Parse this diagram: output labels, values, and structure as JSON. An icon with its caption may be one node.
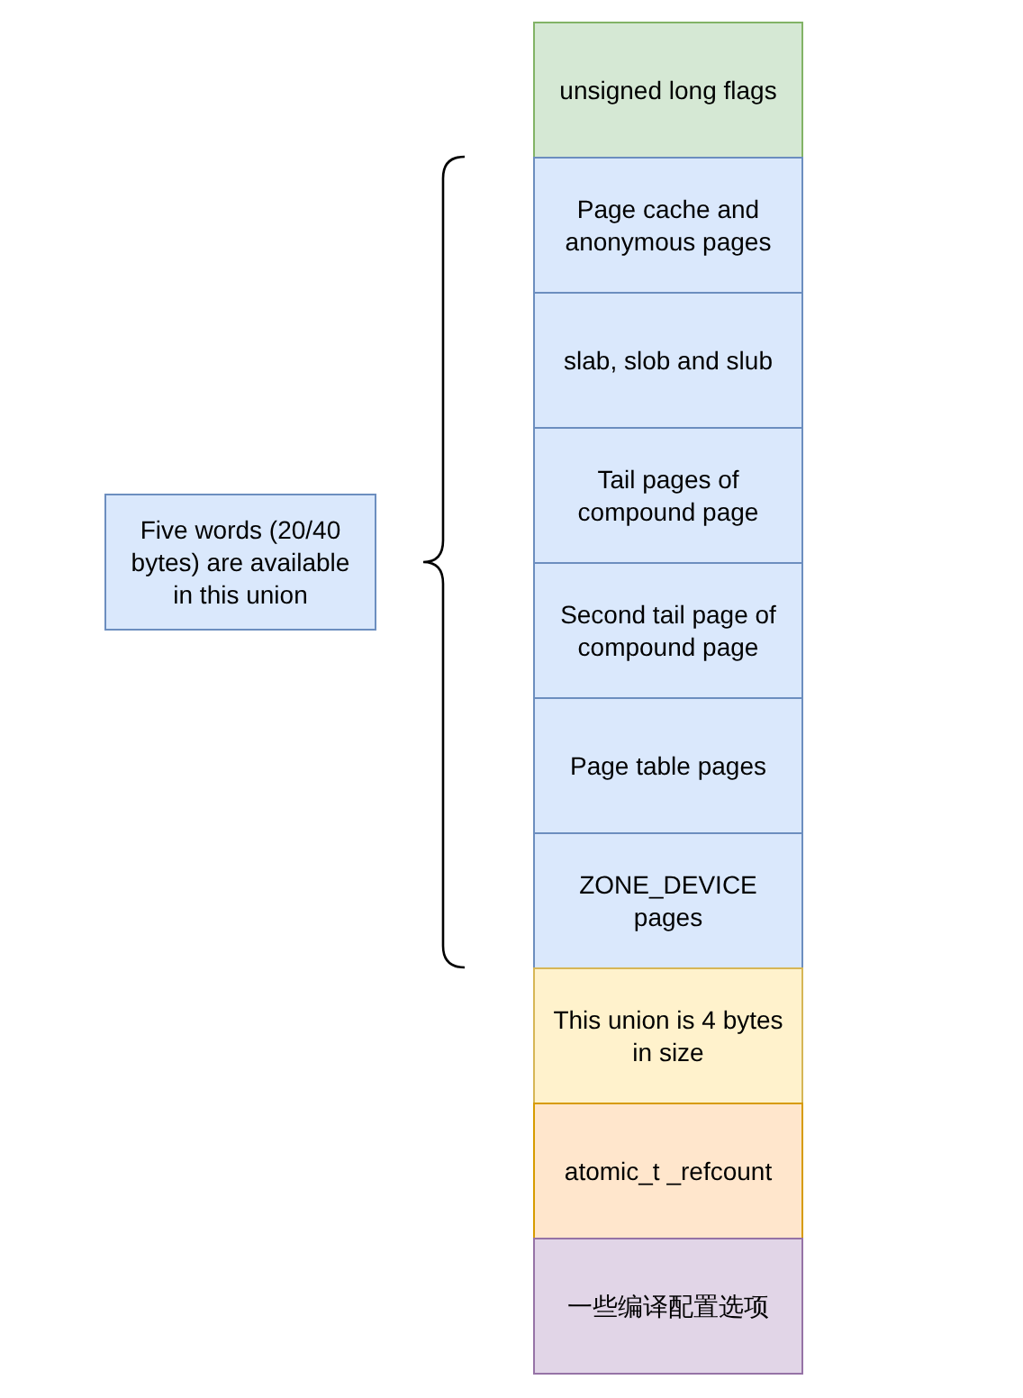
{
  "diagram": {
    "nodes": [
      {
        "text": [
          "unsigned long flags"
        ]
      },
      {
        "text": [
          "Page cache and anonymous pages"
        ]
      },
      {
        "text": [
          "slab, slob and slub"
        ]
      },
      {
        "text": [
          "Tail pages of compound page"
        ]
      },
      {
        "text": [
          "Second tail page of compound page"
        ]
      },
      {
        "text": [
          "Page table pages"
        ]
      },
      {
        "text": [
          "ZONE_DEVICE pages"
        ]
      },
      {
        "text": [
          "This union is 4 bytes in size"
        ]
      },
      {
        "text": [
          "atomic_t _refcount"
        ]
      },
      {
        "text": [
          "一些编译配置选项"
        ]
      },
      {
        "text": [
          "Five words (20/40 bytes) are available in this union"
        ]
      }
    ],
    "edges": []
  }
}
